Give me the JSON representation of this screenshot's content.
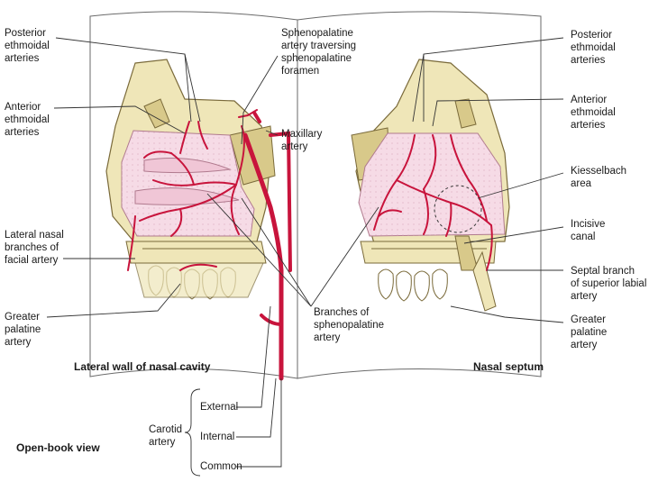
{
  "labels": {
    "posterior_ethmoidal_left": "Posterior\nethmoidal\narteries",
    "anterior_ethmoidal_left": "Anterior\nethmoidal\narteries",
    "lateral_nasal_branches": "Lateral nasal\nbranches of\nfacial artery",
    "greater_palatine_left": "Greater\npalatine\nartery",
    "sphenopalatine_foramen": "Sphenopalatine\nartery traversing\nsphenopalatine\nforamen",
    "maxillary_artery": "Maxillary\nartery",
    "branches_sphenopalatine": "Branches of\nsphenopalatine\nartery",
    "posterior_ethmoidal_right": "Posterior\nethmoidal\narteries",
    "anterior_ethmoidal_right": "Anterior\nethmoidal\narteries",
    "kiesselbach_area": "Kiesselbach\narea",
    "incisive_canal": "Incisive\ncanal",
    "septal_branch": "Septal branch\nof superior labial\nartery",
    "greater_palatine_right": "Greater\npalatine\nartery",
    "carotid_artery": "Carotid\nartery",
    "carotid_external": "External",
    "carotid_internal": "Internal",
    "carotid_common": "Common"
  },
  "titles": {
    "lateral_wall": "Lateral wall of nasal cavity",
    "nasal_septum": "Nasal septum",
    "open_book": "Open-book view"
  },
  "colors": {
    "bone": "#efe6b8",
    "bone_dark": "#d8c98a",
    "mucosa": "#f6dbe6",
    "artery": "#c8143c",
    "line": "#333333"
  }
}
